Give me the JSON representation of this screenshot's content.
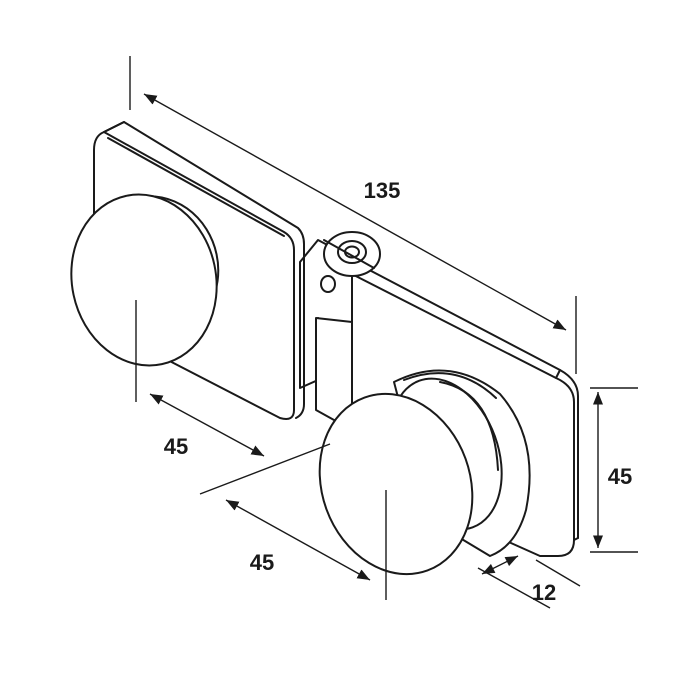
{
  "dimensions": {
    "overall_length": "135",
    "left_cap_offset": "45",
    "right_cap_offset": "45",
    "plate_height": "45",
    "thickness": "12"
  },
  "colors": {
    "line": "#1a1a1a",
    "background": "#ffffff"
  }
}
